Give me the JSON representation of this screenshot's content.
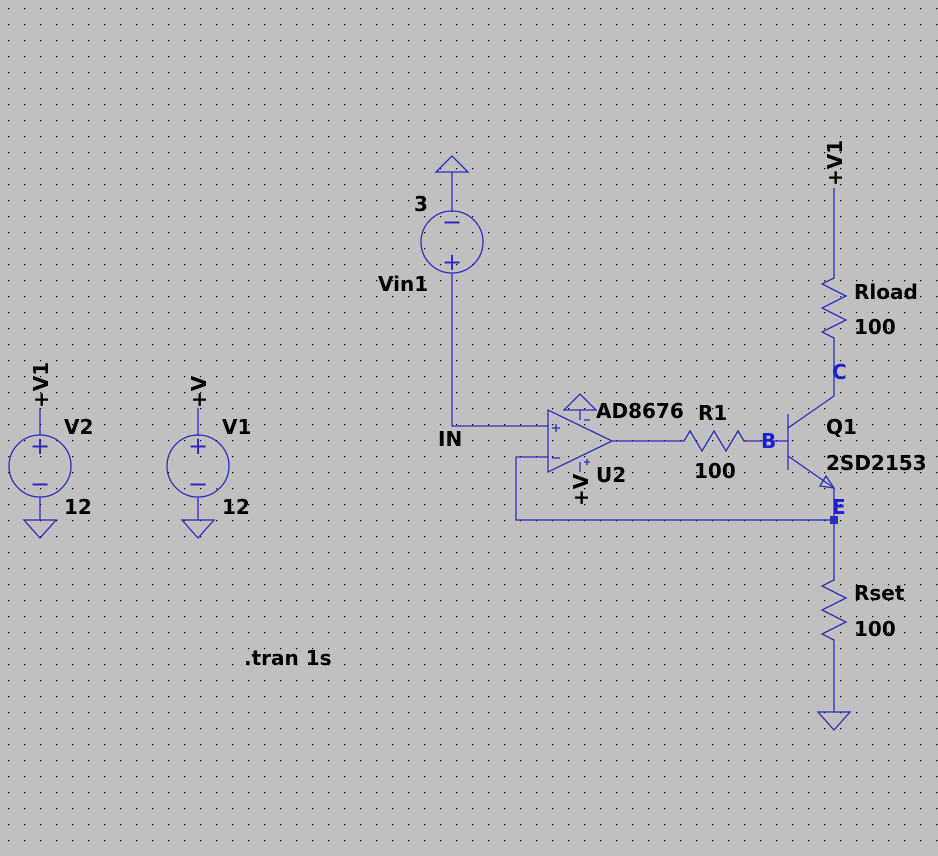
{
  "colors": {
    "background": "#c0c0c0",
    "grid_dot": "#000000",
    "wire": "#2b2bbd",
    "net_label": "#1f1fd0",
    "text": "#000000"
  },
  "components": {
    "vin1": {
      "name": "Vin1",
      "value": "3"
    },
    "v2": {
      "name": "V2",
      "value": "12",
      "supply_flag": "+V1"
    },
    "v1": {
      "name": "V1",
      "value": "12",
      "supply_flag": "+V"
    },
    "opamp": {
      "name": "U2",
      "model": "AD8676",
      "supply_flag": "+V"
    },
    "r1": {
      "name": "R1",
      "value": "100"
    },
    "q1": {
      "name": "Q1",
      "model": "2SD2153"
    },
    "rload": {
      "name": "Rload",
      "value": "100"
    },
    "rset": {
      "name": "Rset",
      "value": "100"
    },
    "collector_supply": {
      "flag": "+V1"
    }
  },
  "nets": {
    "in": "IN",
    "base": "B",
    "collector": "C",
    "emitter": "E"
  },
  "directive": ".tran 1s",
  "source_signs": {
    "plus": "+",
    "minus": "−"
  }
}
